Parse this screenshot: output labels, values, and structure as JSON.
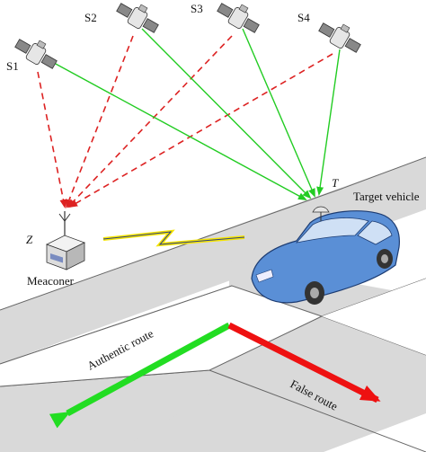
{
  "satellites": [
    {
      "label": "S1"
    },
    {
      "label": "S2"
    },
    {
      "label": "S3"
    },
    {
      "label": "S4"
    }
  ],
  "meaconer": {
    "label": "Meaconer",
    "symbol": "Z"
  },
  "vehicle": {
    "label": "Target vehicle",
    "symbol": "T"
  },
  "routes": {
    "authentic": "Authentic route",
    "false": "False route"
  },
  "colors": {
    "spoof_signal": "#dd2222",
    "authentic_signal": "#22cc22",
    "authentic_route": "#22dd22",
    "false_route": "#ee1111",
    "road": "#d9d9d9",
    "road_edge": "#666666",
    "car": "#5a8fd6",
    "lightning": "#f5e400"
  }
}
